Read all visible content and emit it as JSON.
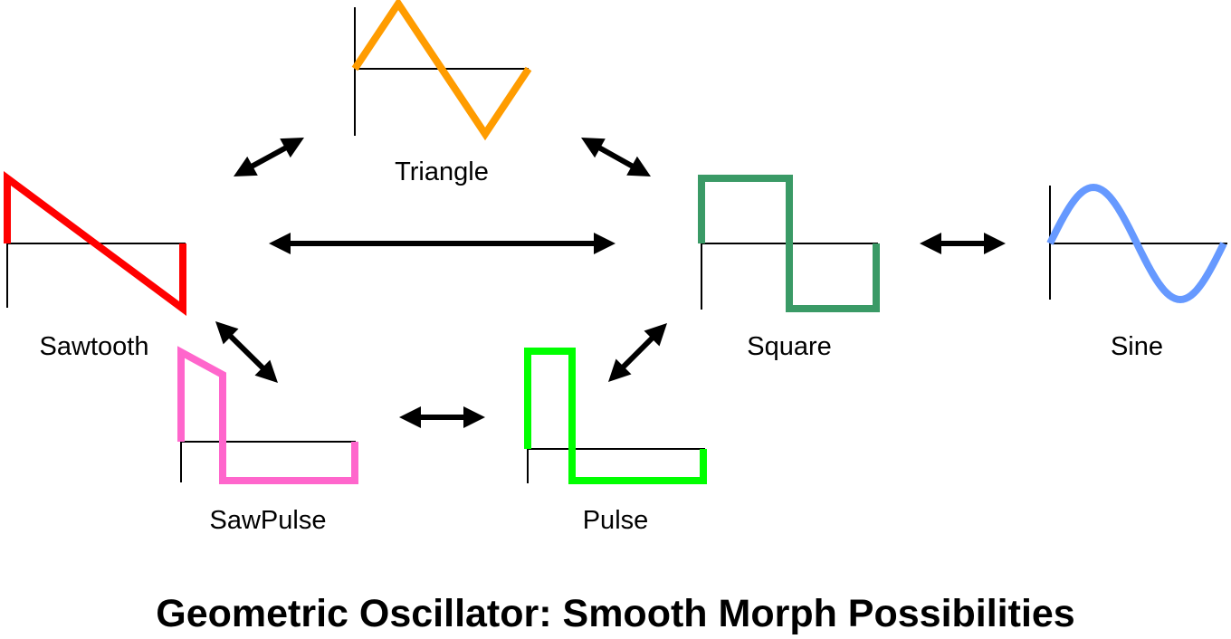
{
  "title": "Geometric Oscillator: Smooth Morph Possibilities",
  "waveforms": {
    "triangle": {
      "label": "Triangle",
      "color": "#FF9C00"
    },
    "sawtooth": {
      "label": "Sawtooth",
      "color": "#FF0000"
    },
    "square": {
      "label": "Square",
      "color": "#3A9A66"
    },
    "sine": {
      "label": "Sine",
      "color": "#6699FF"
    },
    "sawpulse": {
      "label": "SawPulse",
      "color": "#FF66CC"
    },
    "pulse": {
      "label": "Pulse",
      "color": "#00FF00"
    }
  },
  "morph_links": [
    [
      "sawtooth",
      "triangle"
    ],
    [
      "triangle",
      "square"
    ],
    [
      "sawtooth",
      "square"
    ],
    [
      "square",
      "sine"
    ],
    [
      "sawtooth",
      "sawpulse"
    ],
    [
      "sawpulse",
      "pulse"
    ],
    [
      "pulse",
      "square"
    ]
  ]
}
